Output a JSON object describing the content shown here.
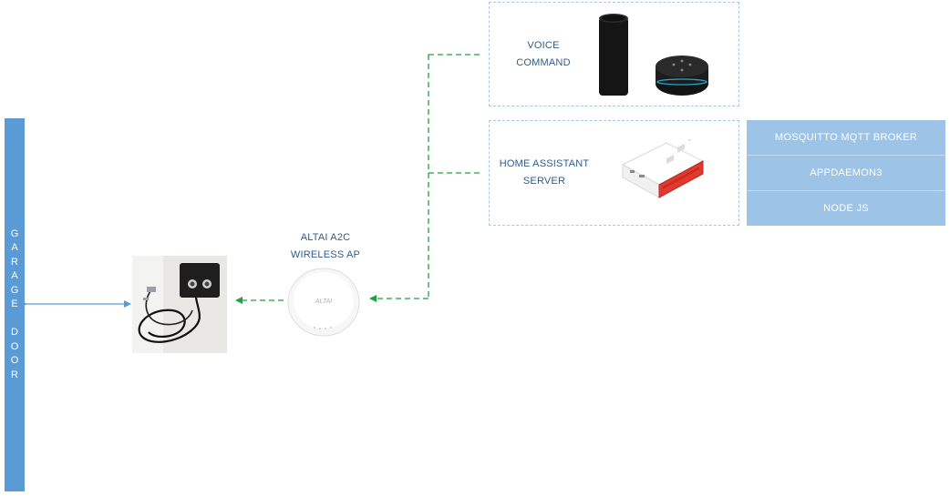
{
  "garage_door": {
    "letters": [
      "G",
      "A",
      "R",
      "A",
      "G",
      "E",
      "",
      "D",
      "O",
      "O",
      "R"
    ]
  },
  "access_point": {
    "label_line1": "ALTAI A2C",
    "label_line2": "WIRELESS AP",
    "logo_text": "ALTAI"
  },
  "voice_command": {
    "label_line1": "VOICE",
    "label_line2": "COMMAND"
  },
  "home_assistant": {
    "label_line1": "HOME ASSISTANT",
    "label_line2": "SERVER"
  },
  "software_stack": [
    "MOSQUITTO MQTT BROKER",
    "APPDAEMON3",
    "NODE JS"
  ],
  "colors": {
    "garage_bar": "#5b9bd5",
    "stack_cells": "#9dc3e6",
    "label_text": "#2e5c8a",
    "wireless_link": "#1fa040",
    "wired_link": "#5b9bd5"
  }
}
